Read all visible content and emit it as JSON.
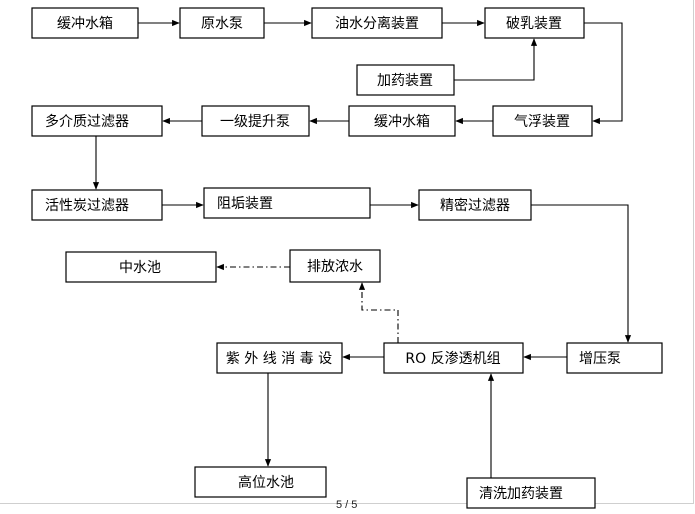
{
  "boxes": {
    "buffer_tank_1": "缓冲水箱",
    "raw_pump": "原水泵",
    "oil_water_sep": "油水分离装置",
    "demulsify": "破乳装置",
    "dosing": "加药装置",
    "air_float": "气浮装置",
    "buffer_tank_2": "缓冲水箱",
    "lift_pump": "一级提升泵",
    "multi_media": "多介质过滤器",
    "carbon_filter": "活性炭过滤器",
    "antiscale": "阻垢装置",
    "precision_filter": "精密过滤器",
    "booster_pump": "增压泵",
    "ro_unit": "RO 反渗透机组",
    "uv_disinfect": "紫 外 线 消 毒 设",
    "high_tank": "高位水池",
    "cleaning_dosing": "清洗加药装置",
    "discharge": "排放浓水",
    "reclaimed_pool": "中水池"
  },
  "footer": {
    "page": "5 / 5"
  }
}
